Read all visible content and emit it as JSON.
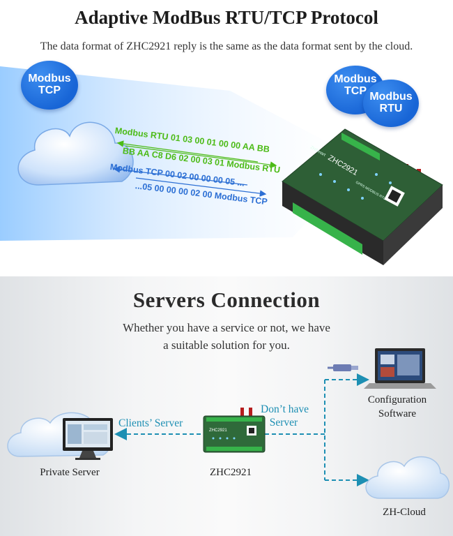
{
  "top": {
    "title": "Adaptive ModBus RTU/TCP Protocol",
    "subtitle": "The data format of ZHC2921 reply is the same as the data format sent by the cloud.",
    "bubble_left": {
      "line1": "Modbus",
      "line2": "TCP"
    },
    "bubble_right_1": {
      "line1": "Modbus",
      "line2": "TCP"
    },
    "bubble_right_2": {
      "line1": "Modbus",
      "line2": "RTU"
    },
    "messages": [
      {
        "text": "Modbus RTU 01 03 00 01 00 00 AA BB",
        "color": "#4cbb17"
      },
      {
        "text": "BB AA C8  D6 02 00 03 01 Modbus RTU",
        "color": "#4cbb17"
      },
      {
        "text": "Modbus TCP 00 02 00 00 00 05 ...",
        "color": "#2c6fd4"
      },
      {
        "text": "...05 00 00 00 02 00 Modbus TCP",
        "color": "#2c6fd4"
      }
    ],
    "device": {
      "model": "ZHC2921",
      "brand": "ZHSmart",
      "caption": "GPRS MODBUS RTU"
    }
  },
  "bottom": {
    "title": "Servers Connection",
    "subtitle_line1": "Whether you have a service or not, we have",
    "subtitle_line2": "a suitable solution for you.",
    "nodes": {
      "private_server": "Private Server",
      "device": "ZHC2921",
      "config_line1": "Configuration",
      "config_line2": "Software",
      "cloud": "ZH-Cloud"
    },
    "edges": {
      "clients_server": "Clients’ Server",
      "dont_have_line1": "Don’t have",
      "dont_have_line2": "Server"
    }
  },
  "colors": {
    "accent_blue": "#1d8fb3",
    "bubble_blue": "#1865d6",
    "device_green": "#2f6a3a"
  }
}
